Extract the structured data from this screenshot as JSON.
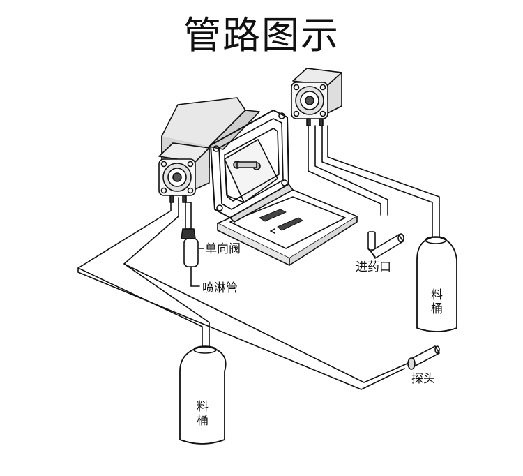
{
  "title": "管路图示",
  "labels": {
    "check_valve": "单向阀",
    "spray_pipe": "喷淋管",
    "inlet": "进药口",
    "probe": "探头",
    "tank_right": [
      "料",
      "桶"
    ],
    "tank_bottom": [
      "料",
      "桶"
    ]
  }
}
